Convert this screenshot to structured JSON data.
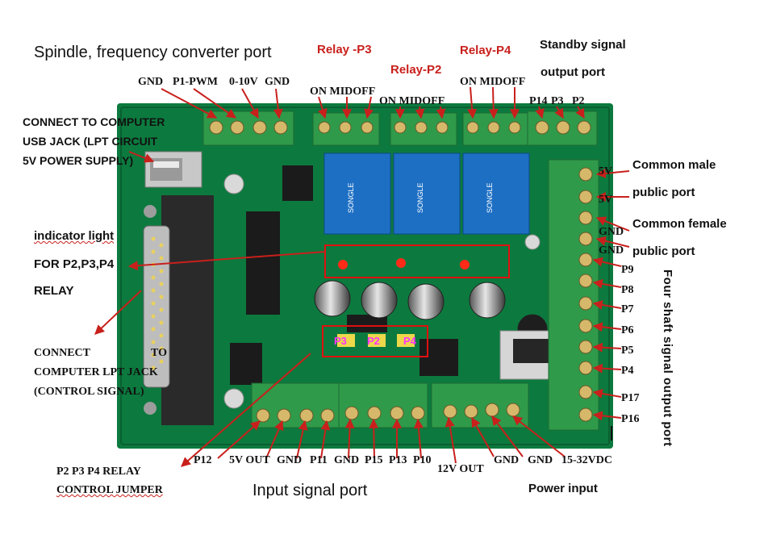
{
  "ui": {
    "accent_red": "#c8201c",
    "label_magenta": "#ff33ff",
    "board_green": "#0c7a3e",
    "terminal_green": "#2f9a4a",
    "relay_blue": "#1d6fc4"
  },
  "titles": {
    "spindle_port": "Spindle, frequency converter port",
    "input_signal_port": "Input signal port",
    "power_input": "Power input",
    "four_shaft": "Four shaft signal output port",
    "standby_l1": "Standby signal",
    "standby_l2": "output port"
  },
  "relays": {
    "p3": "Relay -P3",
    "p2": "Relay-P2",
    "p4": "Relay-P4",
    "relay_body_text": "SONGLE"
  },
  "top_labels": {
    "gnd": "GND",
    "p1_pwm": "P1-PWM",
    "v010": "0-10V",
    "gnd2": "GND",
    "on_mid_off_p3": "ON MIDOFF",
    "on_mid_off_p2": "ON MIDOFF",
    "on_mid_off_p4": "ON MIDOFF",
    "p14": "P14",
    "p3": "P3",
    "p2": "P2"
  },
  "left_labels": {
    "usb_l1": "CONNECT  TO  COMPUTER",
    "usb_l2": "USB  JACK  (LPT  CIRCUIT",
    "usb_l3": "5V POWER SUPPLY)",
    "ind_l1": "indicator light",
    "ind_l2": "FOR P2,P3,P4",
    "ind_l3": "RELAY",
    "lpt_l1": "CONNECT",
    "lpt_l1b": "TO",
    "lpt_l2": "COMPUTER LPT JACK",
    "lpt_l3": "(CONTROL SIGNAL)",
    "jmp_l1": "P2 P3 P4 RELAY",
    "jmp_l2": "CONTROL  JUMPER"
  },
  "right_labels": {
    "v5a": "5V",
    "v5b": "5V",
    "gnd_a": "GND",
    "gnd_b": "GND",
    "common_male_l1": "Common male",
    "common_male_l2": "public port",
    "common_female_l1": "Common female",
    "common_female_l2": "public port",
    "p9": "P9",
    "p8": "P8",
    "p7": "P7",
    "p6": "P6",
    "p5": "P5",
    "p4": "P4",
    "p17": "P17",
    "p16": "P16"
  },
  "bottom_labels": {
    "p12": "P12",
    "v5out": "5V OUT",
    "gnd1": "GND",
    "p11": "P11",
    "gnd2": "GND",
    "p15": "P15",
    "p13": "P13",
    "p10": "P10",
    "v12out": "12V OUT",
    "gnd3": "GND",
    "gnd4": "GND",
    "vdc": "15-32VDC"
  },
  "jumpers": {
    "p3": "P3",
    "p2": "P2",
    "p4": "P4"
  }
}
